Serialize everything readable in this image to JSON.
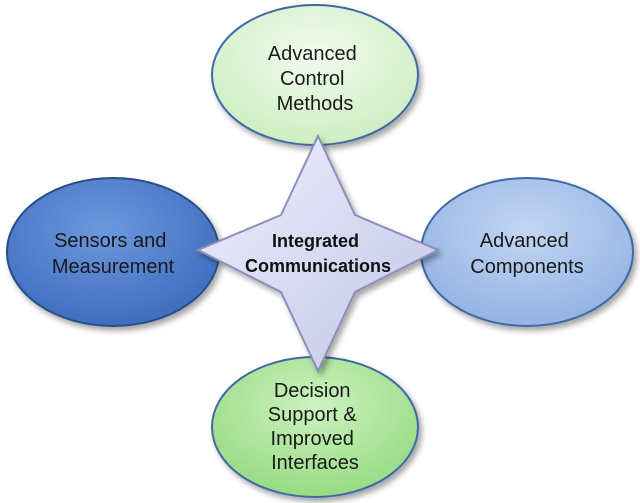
{
  "diagram": {
    "center": {
      "lines": [
        "Integrated",
        "Communications"
      ],
      "fill": "#d9daf3",
      "stroke": "#8b8fb8"
    },
    "nodes": {
      "top": {
        "lines": [
          "Advanced",
          "Control",
          "Methods"
        ],
        "fill": "#dff5d8",
        "stroke": "#3f69a6"
      },
      "left": {
        "lines": [
          "Sensors and",
          "Measurement"
        ],
        "fill": "#4f7fd0",
        "stroke": "#2b4d86"
      },
      "right": {
        "lines": [
          "Advanced",
          "Components"
        ],
        "fill": "#a9c3ec",
        "stroke": "#3f69a6"
      },
      "bottom": {
        "lines": [
          "Decision",
          "Support &",
          "Improved",
          "Interfaces"
        ],
        "fill": "#b2e7a0",
        "stroke": "#3f69a6"
      }
    }
  }
}
